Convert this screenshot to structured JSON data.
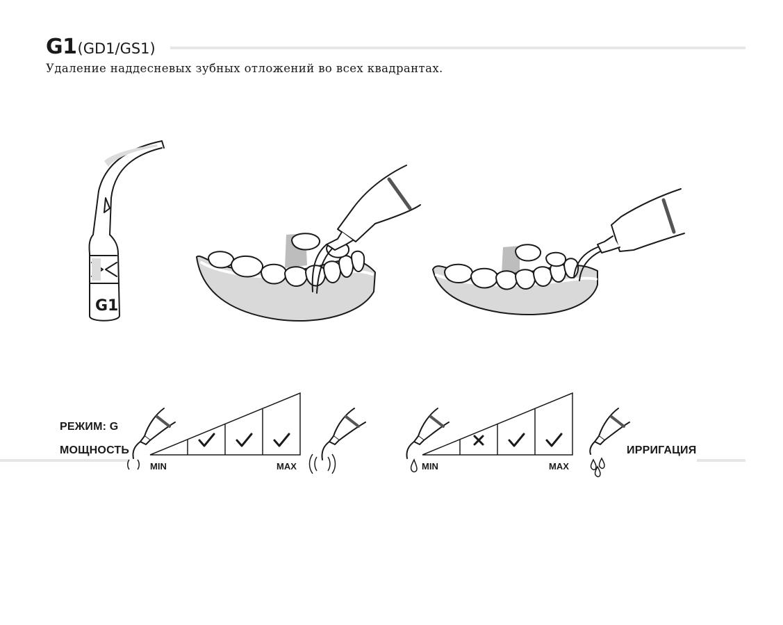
{
  "header": {
    "code": "G1",
    "variants": "(GD1/GS1)",
    "description": "Удаление наддесневых зубных отложений во всех квадрантах."
  },
  "tip": {
    "label": "G1"
  },
  "power": {
    "mode_label": "РЕЖИМ: G",
    "power_label": "МОЩНОСТЬ",
    "min_label": "MIN",
    "max_label": "MAX",
    "levels": [
      "check",
      "check",
      "check"
    ]
  },
  "irrigation": {
    "label": "ИРРИГАЦИЯ",
    "min_label": "MIN",
    "max_label": "MAX",
    "levels": [
      "cross",
      "check",
      "check"
    ]
  },
  "icons": {
    "check": "check-mark-icon",
    "cross": "cross-mark-icon",
    "vibration": "vibration-icon",
    "water-drop": "water-drop-icon"
  }
}
